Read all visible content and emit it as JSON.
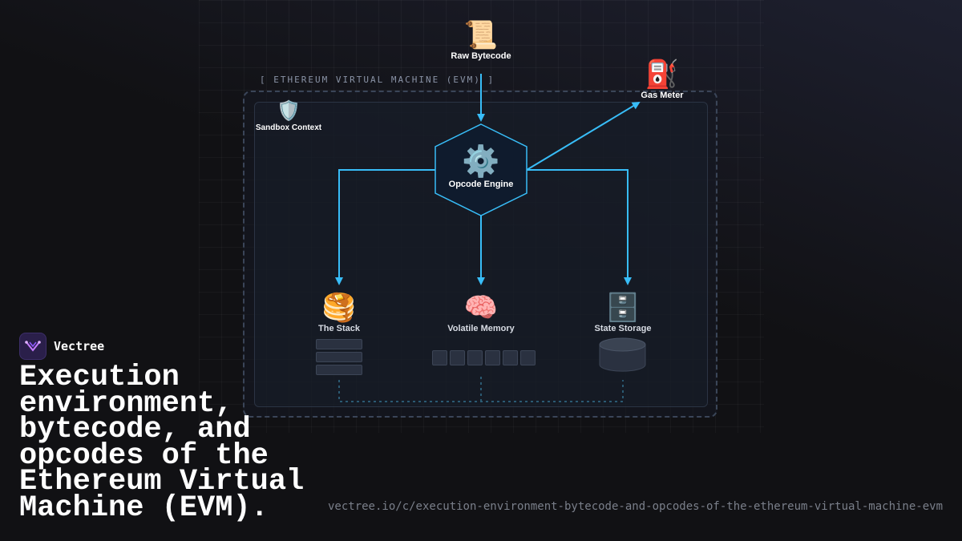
{
  "diagram": {
    "container_label": "[ ETHEREUM VIRTUAL MACHINE (EVM) ]",
    "nodes": {
      "raw_bytecode": {
        "label": "Raw Bytecode",
        "icon": "scroll-icon",
        "glyph": "📜"
      },
      "gas_meter": {
        "label": "Gas Meter",
        "icon": "fuel-pump-icon",
        "glyph": "⛽"
      },
      "sandbox": {
        "label": "Sandbox Context",
        "icon": "shield-icon",
        "glyph": "🛡️"
      },
      "engine": {
        "label": "Opcode Engine",
        "icon": "gear-icon",
        "glyph": "⚙️"
      },
      "stack": {
        "label": "The Stack",
        "icon": "pancakes-icon",
        "glyph": "🥞"
      },
      "memory": {
        "label": "Volatile Memory",
        "icon": "brain-icon",
        "glyph": "🧠"
      },
      "storage": {
        "label": "State Storage",
        "icon": "file-cabinet-icon",
        "glyph": "🗄️"
      }
    },
    "colors": {
      "accent": "#38bdf8",
      "container_border": "#3a4558",
      "hex_fill": "#0f1b2d"
    }
  },
  "brand": {
    "name": "Vectree",
    "logo_icon": "vectree-logo-icon"
  },
  "headline": "Execution environment, bytecode, and opcodes of the Ethereum Virtual Machine (EVM).",
  "url": "vectree.io/c/execution-environment-bytecode-and-opcodes-of-the-ethereum-virtual-machine-evm"
}
